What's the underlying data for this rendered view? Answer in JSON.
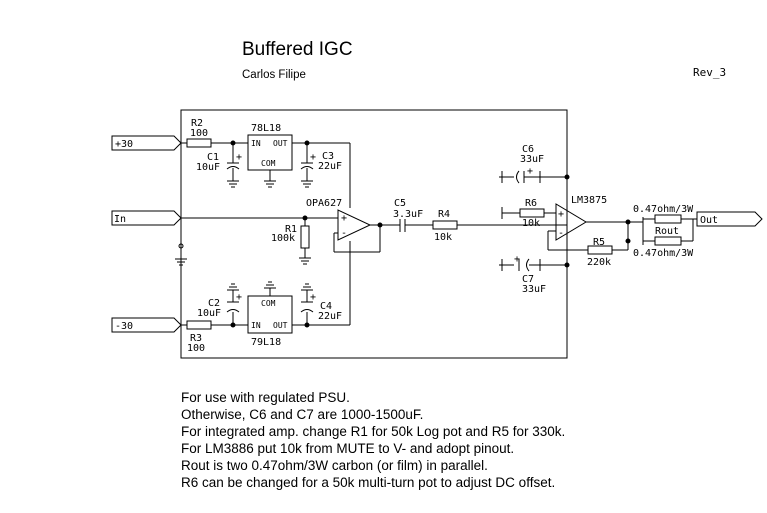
{
  "title": "Buffered IGC",
  "author": "Carlos Filipe",
  "revision": "Rev_3",
  "ports": {
    "pos_rail": "+30",
    "neg_rail": "-30",
    "input": "In",
    "output": "Out"
  },
  "components": {
    "r2": {
      "ref": "R2",
      "value": "100"
    },
    "r3": {
      "ref": "R3",
      "value": "100"
    },
    "c1": {
      "ref": "C1",
      "value": "10uF"
    },
    "c2": {
      "ref": "C2",
      "value": "10uF"
    },
    "c3": {
      "ref": "C3",
      "value": "22uF"
    },
    "c4": {
      "ref": "C4",
      "value": "22uF"
    },
    "u_pos": {
      "ref": "78L18",
      "in": "IN",
      "out": "OUT",
      "com": "COM"
    },
    "u_neg": {
      "ref": "79L18",
      "in": "IN",
      "out": "OUT",
      "com": "COM"
    },
    "r1": {
      "ref": "R1",
      "value": "100k"
    },
    "opamp": {
      "ref": "OPA627"
    },
    "c5": {
      "ref": "C5",
      "value": "3.3uF"
    },
    "r4": {
      "ref": "R4",
      "value": "10k"
    },
    "c6": {
      "ref": "C6",
      "value": "33uF"
    },
    "c7": {
      "ref": "C7",
      "value": "33uF"
    },
    "r6": {
      "ref": "R6",
      "value": "10k"
    },
    "amp": {
      "ref": "LM3875"
    },
    "r5": {
      "ref": "R5",
      "value": "220k"
    },
    "rout": {
      "ref": "Rout",
      "value_top": "0.47ohm/3W",
      "value_bottom": "0.47ohm/3W"
    }
  },
  "symbols": {
    "plus": "+",
    "minus": "-"
  },
  "notes": [
    "For use with regulated PSU.",
    "Otherwise, C6 and C7 are 1000-1500uF.",
    "For integrated amp. change R1 for 50k Log pot and R5 for 330k.",
    "For LM3886 put 10k from MUTE to V- and adopt pinout.",
    "Rout is two 0.47ohm/3W carbon (or film) in parallel.",
    "R6 can be changed for a 50k multi-turn pot to adjust DC offset."
  ]
}
